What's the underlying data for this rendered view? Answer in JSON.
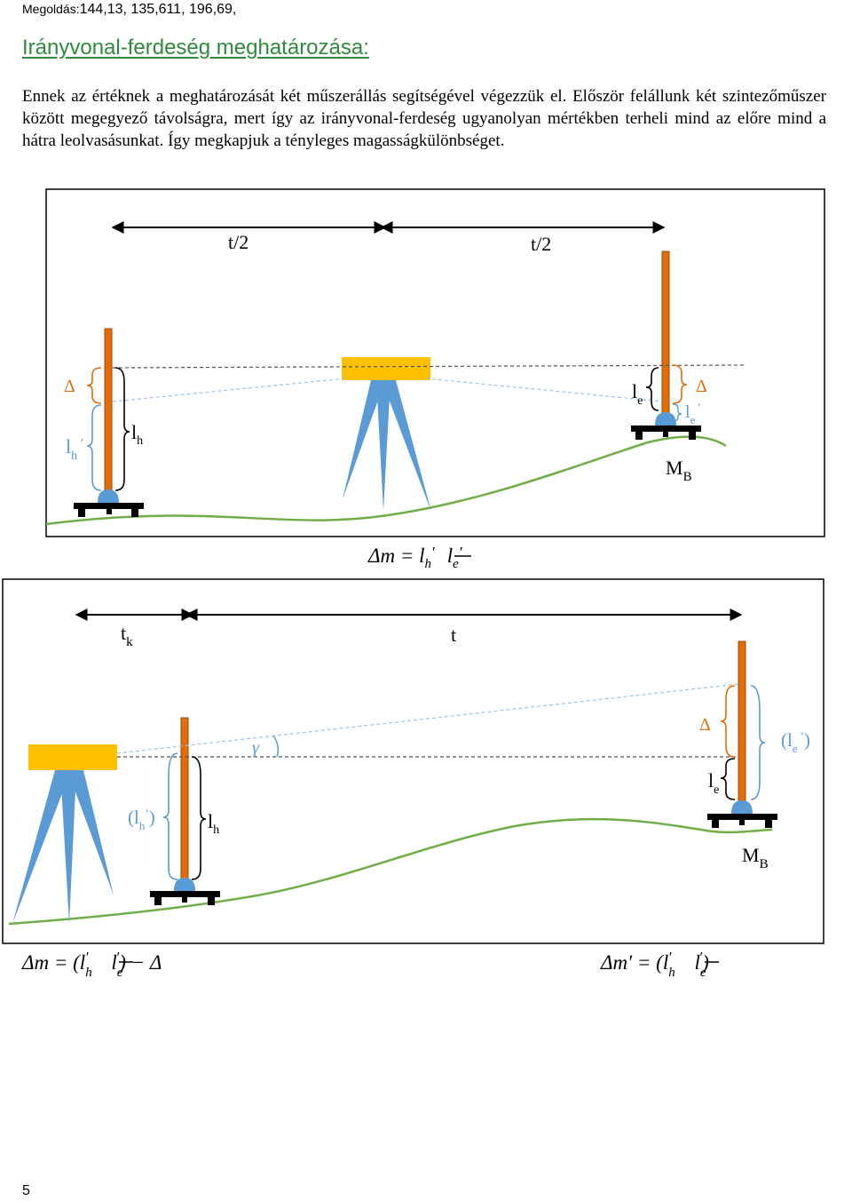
{
  "header": {
    "label": "Megoldás:",
    "values": "144,13, 135,611, 196,69,"
  },
  "title": "Irányvonal-ferdeség meghatározása:",
  "paragraph": "Ennek az értéknek a meghatározását két műszerállás segítségével végezzük el. Először felállunk két szintezőműszer között megegyező távolságra, mert így az irányvonal-ferdeség ugyanolyan mértékben terheli mind az előre mind a hátra leolvasásunkat. Így megkapjuk a tényleges magasságkülönbséget.",
  "figure1": {
    "dist_left": "t/2",
    "dist_right": "t/2",
    "delta": "Δ",
    "l": "l",
    "sub_h": "h",
    "sub_e": "e",
    "prime": "’",
    "point": "M",
    "point_sub": "B"
  },
  "formula1": {
    "lhs": "Δm = ",
    "l": "l",
    "sub_h": "h",
    "prime": "′",
    "sub_e": "e"
  },
  "figure2": {
    "dist_short": "t",
    "dist_short_sub": "k",
    "dist_long": "t",
    "gamma": "γ",
    "paren_open": "(",
    "paren_close": ")",
    "delta": "Δ",
    "l": "l",
    "sub_h": "h",
    "sub_e": "e",
    "prime": "’",
    "point": "M",
    "point_sub": "B"
  },
  "formula2": {
    "lhs": "Δm = (",
    "rhs_tail": ") − Δ",
    "l": "l",
    "sub_h": "h",
    "sub_e": "e",
    "prime": "′"
  },
  "formula3": {
    "lhs": "Δm′ = (",
    "close": ")",
    "l": "l",
    "sub_h": "h",
    "sub_e": "e",
    "prime": "′"
  },
  "page_number": "5",
  "colors": {
    "rod": "#e36c0a",
    "instrument_head": "#ffc000",
    "tripod": "#5b9bd5",
    "ground": "#70ad47",
    "delta_brace": "#e36c0a",
    "primed_reading": "#5b9bd5",
    "title": "#2e8b3e"
  }
}
